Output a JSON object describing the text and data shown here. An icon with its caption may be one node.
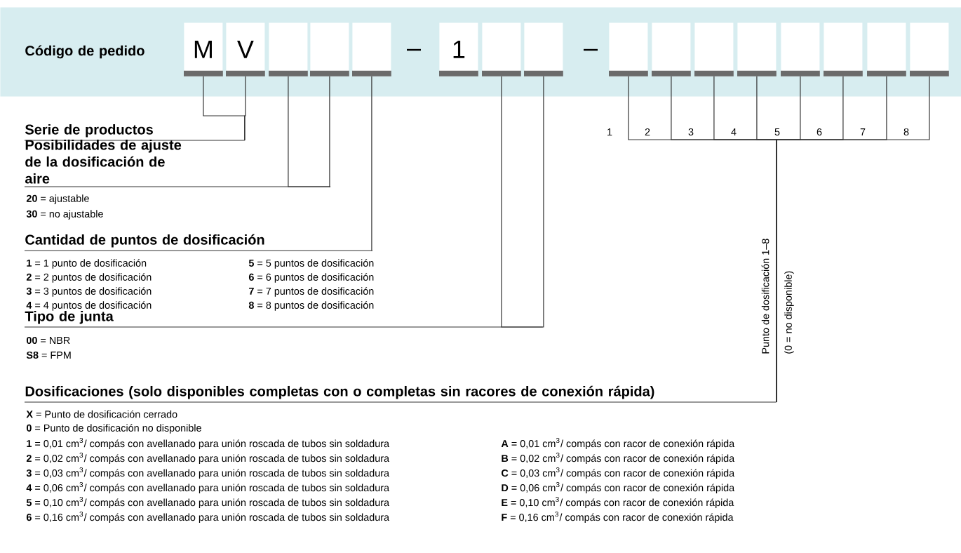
{
  "diagram": {
    "nodes": [
      {
        "text": [
          "Código de pedido"
        ]
      },
      {
        "text": [
          "M"
        ],
        "in": 0
      },
      {
        "text": [
          "V"
        ],
        "in": 0
      },
      {
        "text": [],
        "shape": "box",
        "in": 0
      },
      {
        "text": [],
        "shape": "box",
        "in": 0
      },
      {
        "text": [],
        "shape": "box",
        "in": 0
      },
      {
        "text": [
          "1"
        ],
        "in": 0
      },
      {
        "text": [],
        "shape": "box",
        "in": 0
      },
      {
        "text": [],
        "shape": "box",
        "in": 0
      },
      {
        "text": [],
        "shape": "box",
        "in": 0
      },
      {
        "text": [],
        "shape": "box",
        "in": 0
      },
      {
        "text": [],
        "shape": "box",
        "in": 0
      },
      {
        "text": [],
        "shape": "box",
        "in": 0
      },
      {
        "text": [],
        "shape": "box",
        "in": 0
      },
      {
        "text": [],
        "shape": "box",
        "in": 0
      },
      {
        "text": [],
        "shape": "box",
        "in": 0
      },
      {
        "text": [],
        "shape": "box",
        "in": 0
      },
      {
        "text": [
          "Serie de productos"
        ]
      },
      {
        "text": [
          "Posibilidades de ajuste de la dosificación de aire"
        ]
      },
      {
        "text": [
          "Cantidad de puntos de dosificación"
        ]
      },
      {
        "text": [
          "Tipo de junta"
        ]
      },
      {
        "text": [
          "Dosificaciones (solo disponibles completas con o completas sin racores de conexión rápida)"
        ]
      }
    ],
    "edges": [
      {
        "from": 1,
        "to": 17,
        "arrow": "none"
      },
      {
        "from": 2,
        "to": 17,
        "arrow": "none"
      },
      {
        "from": 3,
        "to": 18,
        "arrow": "none"
      },
      {
        "from": 4,
        "to": 18,
        "arrow": "none"
      },
      {
        "from": 5,
        "to": 19,
        "arrow": "none"
      },
      {
        "from": 7,
        "to": 20,
        "arrow": "none"
      },
      {
        "from": 8,
        "to": 20,
        "arrow": "none"
      },
      {
        "from": 9,
        "to": 21,
        "arrow": "none"
      },
      {
        "from": 10,
        "to": 21,
        "arrow": "none"
      },
      {
        "from": 11,
        "to": 21,
        "arrow": "none"
      },
      {
        "from": 12,
        "to": 21,
        "arrow": "none"
      },
      {
        "from": 13,
        "to": 21,
        "arrow": "none"
      },
      {
        "from": 14,
        "to": 21,
        "arrow": "none"
      },
      {
        "from": 15,
        "to": 21,
        "arrow": "none"
      },
      {
        "from": 16,
        "to": 21,
        "arrow": "none"
      }
    ],
    "labels": [
      "–",
      "–",
      "1",
      "2",
      "3",
      "4",
      "5",
      "6",
      "7",
      "8",
      "Punto de dosificación 1–8",
      "(0 = no disponible)",
      "**20** = ajustable",
      "**30** = no ajustable",
      "**1** = 1 punto de dosificación",
      "**5** = 5 puntos de dosificación",
      "**2** = 2 puntos de dosificación",
      "**6** = 6 puntos de dosificación",
      "**3** = 3 puntos de dosificación",
      "**7** = 7 puntos de dosificación",
      "**4** = 4 puntos de dosificación",
      "**8** = 8 puntos de dosificación",
      "**00** = NBR",
      "**S8** = FPM",
      "**X** = Punto de dosificación cerrado",
      "**0** = Punto de dosificación no disponible",
      "**1** = 0,01 cm$^{3}$/ compás con avellanado para unión roscada de tubos sin soldadura",
      "**A** = 0,01 cm$^{3}$/ compás con racor de conexión rápida",
      "**2** = 0,02 cm$^{3}$/ compás con avellanado para unión roscada de tubos sin soldadura",
      "**B** = 0,02 cm$^{3}$/ compás con racor de conexión rápida",
      "**3** = 0,03 cm$^{3}$/ compás con avellanado para unión roscada de tubos sin soldadura",
      "**C** = 0,03 cm$^{3}$/ compás con racor de conexión rápida",
      "**4** = 0,06 cm$^{3}$/ compás con avellanado para unión roscada de tubos sin soldadura",
      "**D** = 0,06 cm$^{3}$/ compás con racor de conexión rápida",
      "**5** = 0,10 cm$^{3}$/ compás con avellanado para unión roscada de tubos sin soldadura",
      "**E** = 0,10 cm$^{3}$/ compás con racor de conexión rápida",
      "**6** = 0,16 cm$^{3}$/ compás con avellanado para unión roscada de tubos sin soldadura",
      "**F** = 0,16 cm$^{3}$/ compás con racor de conexión rápida"
    ]
  }
}
